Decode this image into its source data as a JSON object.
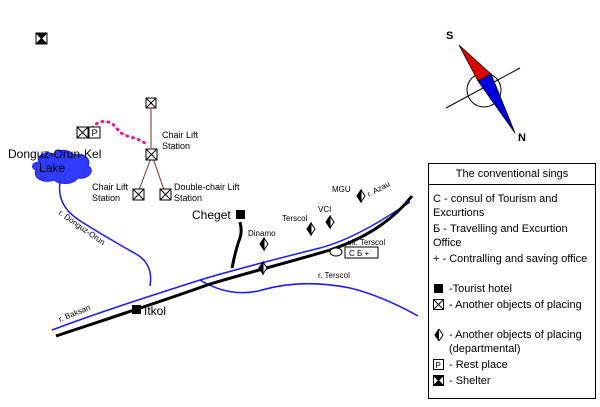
{
  "map": {
    "labels": {
      "lake": "Donguz-Orun-Kel\nLake",
      "lake_line1": "Donguz-Orun-Kel",
      "lake_line2": "Lake",
      "chair_lift_upper_1": "Chair Lift",
      "chair_lift_upper_2": "Station",
      "chair_lift_lower_1": "Chair Lift",
      "chair_lift_lower_2": "Station",
      "double_chair_1": "Double-chair Lift",
      "double_chair_2": "Station",
      "cheget": "Cheget",
      "itkol": "Itkol",
      "dinamo": "Dinamo",
      "terscol": "Terscol",
      "vci": "VCI",
      "mgu": "MGU",
      "vil_terscol": "vil. Terscol",
      "office_box": "С  Б  +",
      "river_azau": "r. Azau",
      "river_donguz": "r. Donguz-Orun",
      "river_baksan": "r. Baksan",
      "river_terscol": "r. Terscol"
    },
    "colors": {
      "road": "#000000",
      "river": "#1a1aff",
      "lake_fill": "#2f3cff",
      "trail": "#e8198b",
      "compass_south": "#e00000",
      "compass_north": "#0000e0"
    }
  },
  "compass": {
    "south_label": "S",
    "north_label": "N"
  },
  "legend": {
    "title": "The conventional sings",
    "items": [
      {
        "symbol": "С -",
        "text": "consul of Tourism and Excurtions"
      },
      {
        "symbol": "Б -",
        "text": "Travelling and Excurtion Office"
      },
      {
        "symbol": "+ -",
        "text": "Contralling and saving office"
      },
      {
        "symbol": "hotel-square",
        "text": "-Tourist hotel"
      },
      {
        "symbol": "crossed-box",
        "text": "- Another objects of placing"
      },
      {
        "symbol": "departmental-diamond",
        "text": "- Another objects of placing (departmental)"
      },
      {
        "symbol": "P-box",
        "text": "- Rest place"
      },
      {
        "symbol": "shelter-box",
        "text": "- Shelter"
      }
    ]
  }
}
